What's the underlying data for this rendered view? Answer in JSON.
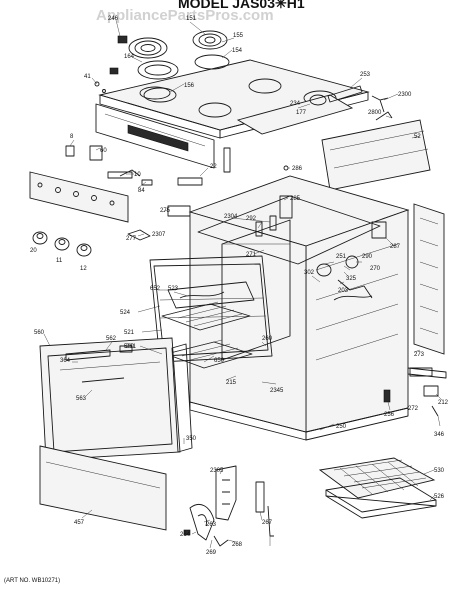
{
  "diagram": {
    "title": "MODEL JAS03✳H1",
    "watermark": "AppliancePartsPros.com",
    "art_number": "(ART NO. WB10271)",
    "labels": {
      "l246": "246",
      "l151": "151",
      "l155": "155",
      "l154": "154",
      "l164": "164",
      "l156": "156",
      "l41": "41",
      "l253": "253",
      "l2300": "2300",
      "l234": "234",
      "l177": "177",
      "l2800": "2800",
      "l52": "52",
      "l8": "8",
      "l60": "60",
      "l10": "10",
      "l84": "84",
      "l22": "22",
      "l286": "286",
      "l20": "20",
      "l11": "11",
      "l12": "12",
      "l275": "275",
      "l2304": "2304",
      "l285": "285",
      "l2307": "2307",
      "l277": "277",
      "l292": "292",
      "l271": "271",
      "l287": "287",
      "l251": "251",
      "l290": "290",
      "l270": "270",
      "l325": "325",
      "l203": "203",
      "l302": "302",
      "l652": "652",
      "l523": "523",
      "l524": "524",
      "l521": "521",
      "l520": "520",
      "l260": "260",
      "l650": "650",
      "l273": "273",
      "l215": "215",
      "l560": "560",
      "l562": "562",
      "l261": "261",
      "l364": "364",
      "l563": "563",
      "l2345": "2345",
      "l256": "256",
      "l272": "272",
      "l346": "346",
      "l250": "250",
      "l350": "350",
      "l2305": "2305",
      "l530": "530",
      "l526": "526",
      "l457": "457",
      "l263": "263",
      "l267": "267",
      "l264": "264",
      "l269": "269",
      "l268": "268",
      "l212": "212"
    }
  }
}
